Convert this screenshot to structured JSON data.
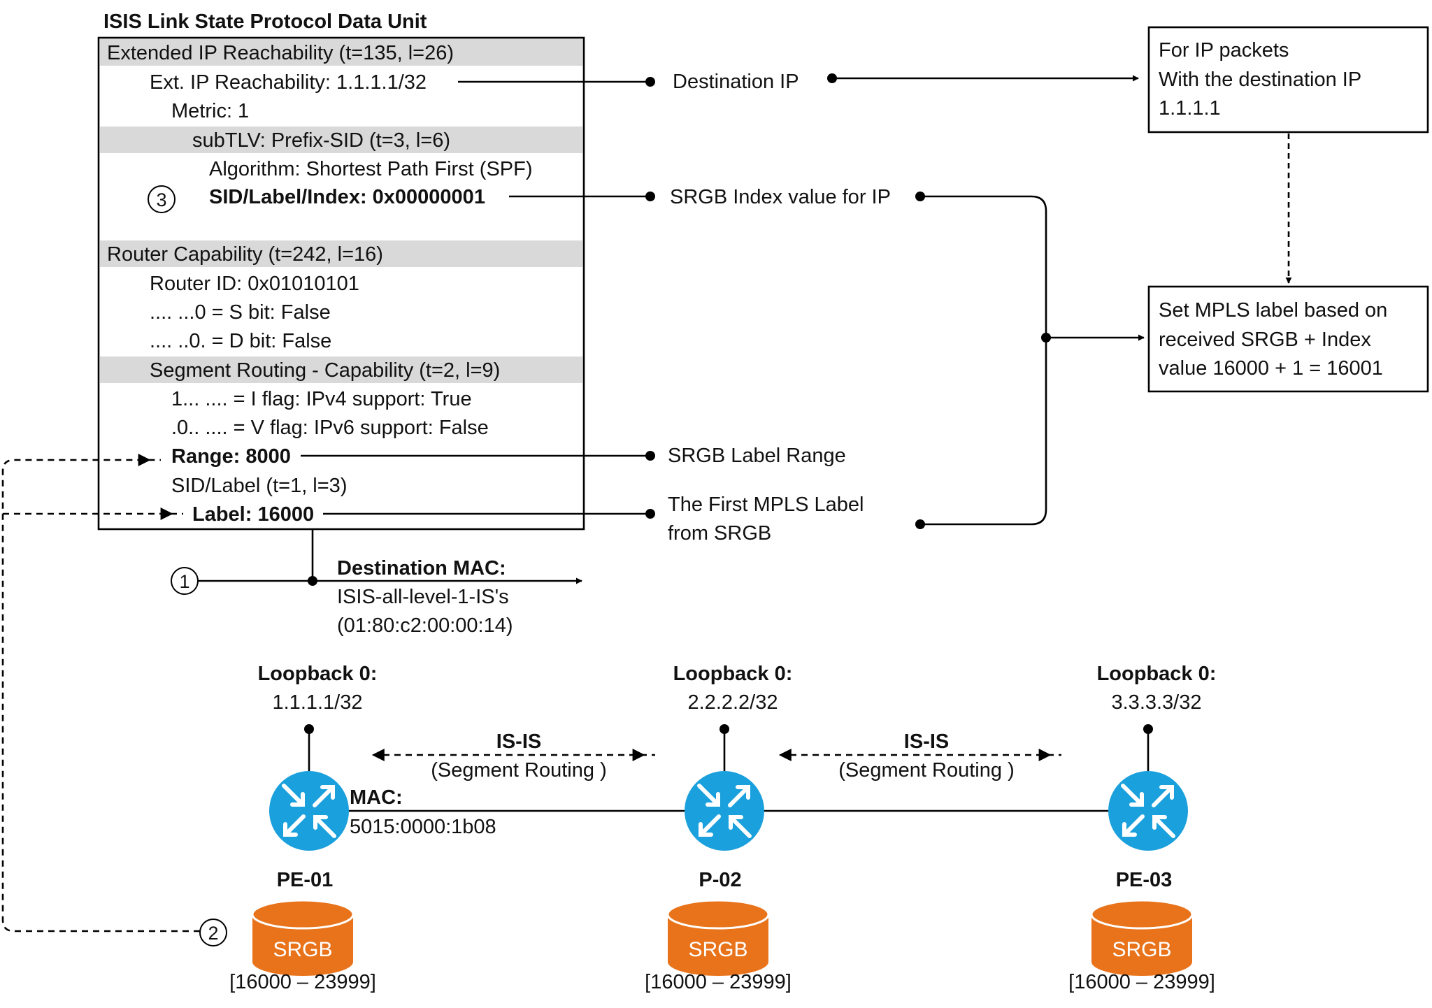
{
  "pdu": {
    "title": "ISIS Link State Protocol Data Unit",
    "lines": [
      {
        "text": "Extended IP Reachability (t=135, l=26)",
        "header": true
      },
      {
        "text": "Ext. IP Reachability: 1.1.1.1/32"
      },
      {
        "text": "Metric: 1"
      },
      {
        "text": "subTLV: Prefix-SID (t=3, l=6)",
        "header": true
      },
      {
        "text": "Algorithm: Shortest Path First (SPF)"
      },
      {
        "text": "SID/Label/Index: 0x00000001",
        "bold": true
      },
      {
        "text": "Router Capability (t=242, l=16)",
        "header": true
      },
      {
        "text": "Router ID: 0x01010101"
      },
      {
        "text": ".... ...0 = S bit: False"
      },
      {
        "text": ".... ..0. = D bit: False"
      },
      {
        "text": "Segment Routing - Capability (t=2, l=9)",
        "header": true
      },
      {
        "text": "1... .... = I flag: IPv4 support: True"
      },
      {
        "text": ".0.. .... = V flag: IPv6 support: False"
      },
      {
        "text": "Range: 8000",
        "bold": true
      },
      {
        "text": "SID/Label (t=1, l=3)"
      },
      {
        "text": "Label: 16000",
        "bold": true
      }
    ]
  },
  "labels": {
    "destination_ip": "Destination IP",
    "srgb_index": "SRGB Index value for IP",
    "srgb_range": "SRGB Label Range",
    "first_label": [
      "The First MPLS Label",
      "from SRGB"
    ]
  },
  "boxes": {
    "ip_packets": [
      "For IP packets",
      "With the destination IP",
      "1.1.1.1"
    ],
    "mpls": [
      "Set MPLS label based on",
      "received SRGB + Index",
      "value 16000 + 1 = 16001"
    ]
  },
  "markers": [
    "1",
    "2",
    "3"
  ],
  "dest_mac": {
    "title": "Destination MAC:",
    "lines": [
      "ISIS-all-level-1-IS's",
      "(01:80:c2:00:00:14)"
    ]
  },
  "routers": [
    {
      "name": "PE-01",
      "loopback_title": "Loopback 0:",
      "loopback": "1.1.1.1/32",
      "srgb": "SRGB",
      "range": "[16000 – 23999]",
      "icon": "router-icon"
    },
    {
      "name": "P-02",
      "loopback_title": "Loopback 0:",
      "loopback": "2.2.2.2/32",
      "srgb": "SRGB",
      "range": "[16000 – 23999]",
      "icon": "router-icon"
    },
    {
      "name": "PE-03",
      "loopback_title": "Loopback 0:",
      "loopback": "3.3.3.3/32",
      "srgb": "SRGB",
      "range": "[16000 – 23999]",
      "icon": "router-icon"
    }
  ],
  "links": [
    {
      "title": "IS-IS",
      "sub": "(Segment Routing )"
    },
    {
      "title": "IS-IS",
      "sub": "(Segment Routing )"
    }
  ],
  "mac": {
    "title": "MAC:",
    "value": "5015:0000:1b08"
  },
  "colors": {
    "router": "#1aa0dc",
    "srgb": "#e8731b",
    "header_fill": "#d9d9d9",
    "line": "#000000"
  }
}
